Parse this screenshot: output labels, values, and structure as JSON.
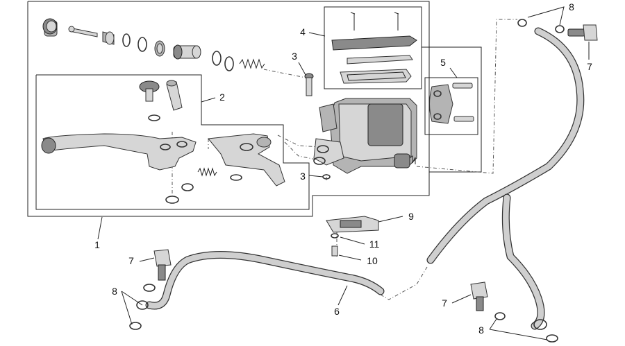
{
  "diagram": {
    "colors": {
      "background": "#ffffff",
      "line": "#222222",
      "part_fill": "#d6d6d6",
      "part_shade": "#8a8a8a"
    },
    "callouts": {
      "c1": "1",
      "c2": "2",
      "c3a": "3",
      "c3b": "3",
      "c4": "4",
      "c5": "5",
      "c6": "6",
      "c7a": "7",
      "c7b": "7",
      "c7c": "7",
      "c8a": "8",
      "c8b": "8",
      "c8c": "8",
      "c9": "9",
      "c10": "10",
      "c11": "11"
    }
  }
}
